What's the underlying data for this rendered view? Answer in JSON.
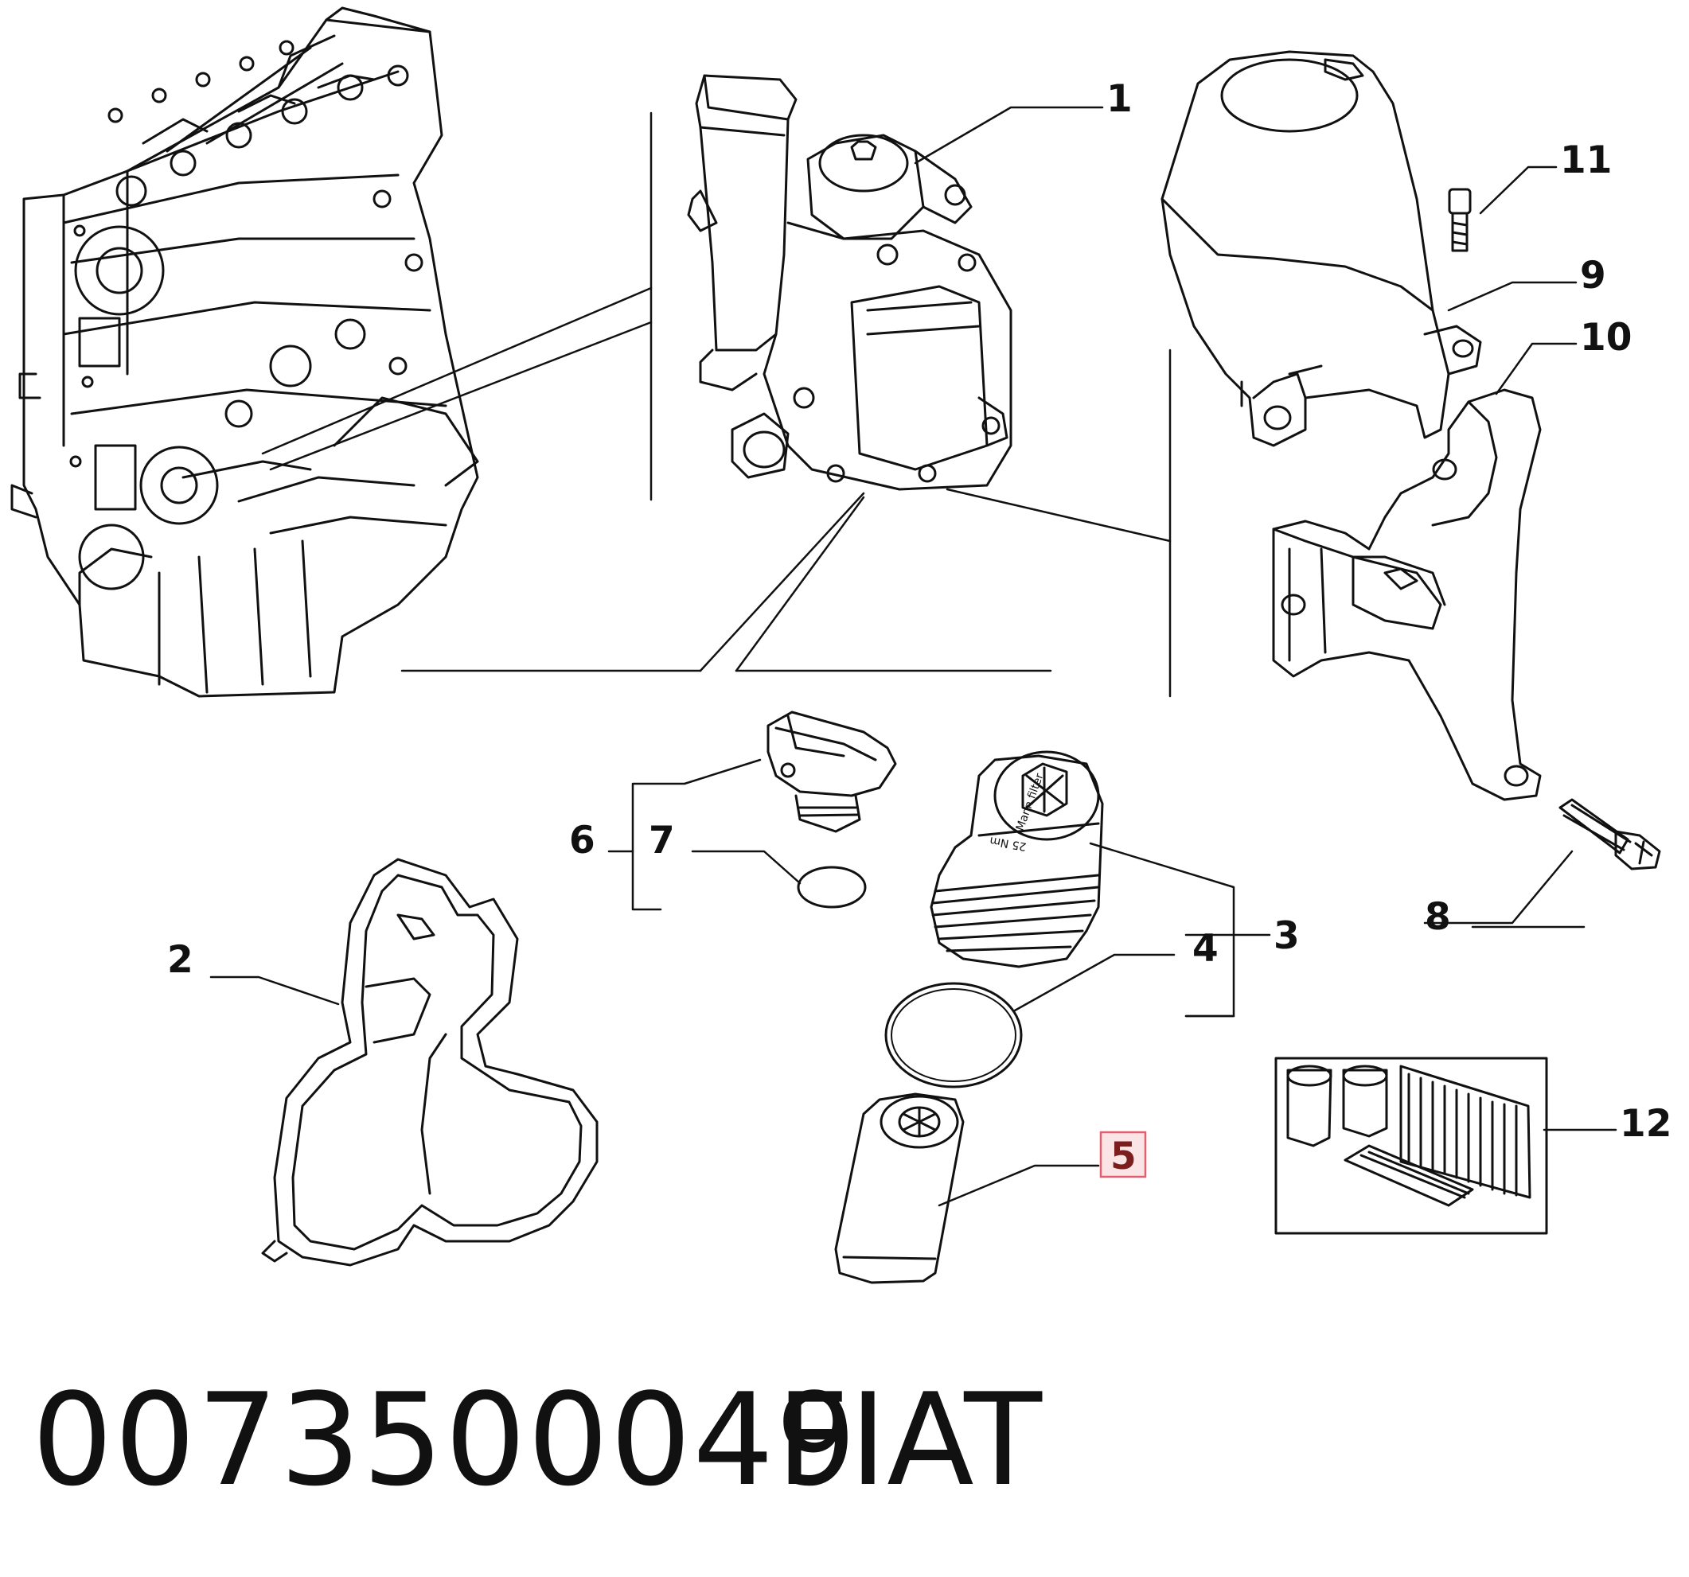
{
  "callouts": {
    "c1": "1",
    "c2": "2",
    "c3": "3",
    "c4": "4",
    "c5": "5",
    "c6": "6",
    "c7": "7",
    "c8": "8",
    "c9": "9",
    "c10": "10",
    "c11": "11",
    "c12": "12"
  },
  "highlight": {
    "part": "5",
    "border_color": "#e06070",
    "fill_color": "#fbe4e6"
  },
  "footer": {
    "part_number": "0073500049",
    "brand": "FIAT"
  },
  "embossed_text": {
    "cap_brand": "Mann filter",
    "cap_torque": "25 Nm"
  }
}
